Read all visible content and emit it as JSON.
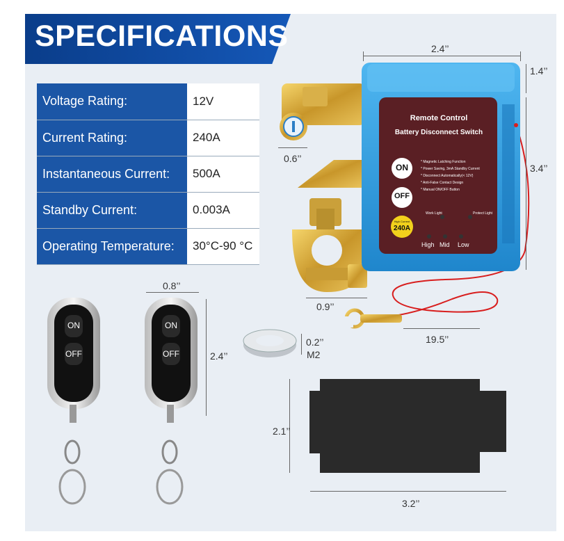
{
  "banner": {
    "title": "SPECIFICATIONS"
  },
  "specs": [
    {
      "label": "Voltage Rating:",
      "value": "12V"
    },
    {
      "label": "Current Rating:",
      "value": "240A"
    },
    {
      "label": "Instantaneous Current:",
      "value": "500A"
    },
    {
      "label": "Standby Current:",
      "value": "0.003A"
    },
    {
      "label": "Operating Temperature:",
      "value": "30°C-90 °C"
    }
  ],
  "device": {
    "title": "Remote Control",
    "subtitle": "Battery Disconnect Switch",
    "on_label": "ON",
    "off_label": "OFF",
    "features": [
      "* Magnetic Latching Function",
      "* Power Saving, 3mA Standby Current",
      "* Disconnect Automatically(< 12V)",
      "* Anti-False Contact Design",
      "* Manual ON/OFF Button"
    ],
    "work_light": "Work Light",
    "protect_light": "Protect Light",
    "badge_top": "High Current",
    "badge_value": "240A",
    "levels": [
      "High",
      "Mid",
      "Low"
    ]
  },
  "remote": {
    "on_label": "ON",
    "off_label": "OFF"
  },
  "dims": {
    "box_width": "2.4’’",
    "box_depth": "1.4’’",
    "box_height": "3.4’’",
    "terminal_top": "0.6’’",
    "terminal_bottom": "0.9’’",
    "wire": "19.5’’",
    "remote_width": "0.8’’",
    "remote_height": "2.4’’",
    "ring_size": "0.2’’",
    "ring_thread": "M2",
    "pad_height": "2.1’’",
    "pad_width": "3.2’’"
  },
  "colors": {
    "banner": "#0d47a1",
    "table_key": "#1b56a6",
    "device_body": "#2b9ce0",
    "device_panel": "#5a1f24",
    "pad": "#2a2a2a",
    "wire": "#d81e1e"
  }
}
